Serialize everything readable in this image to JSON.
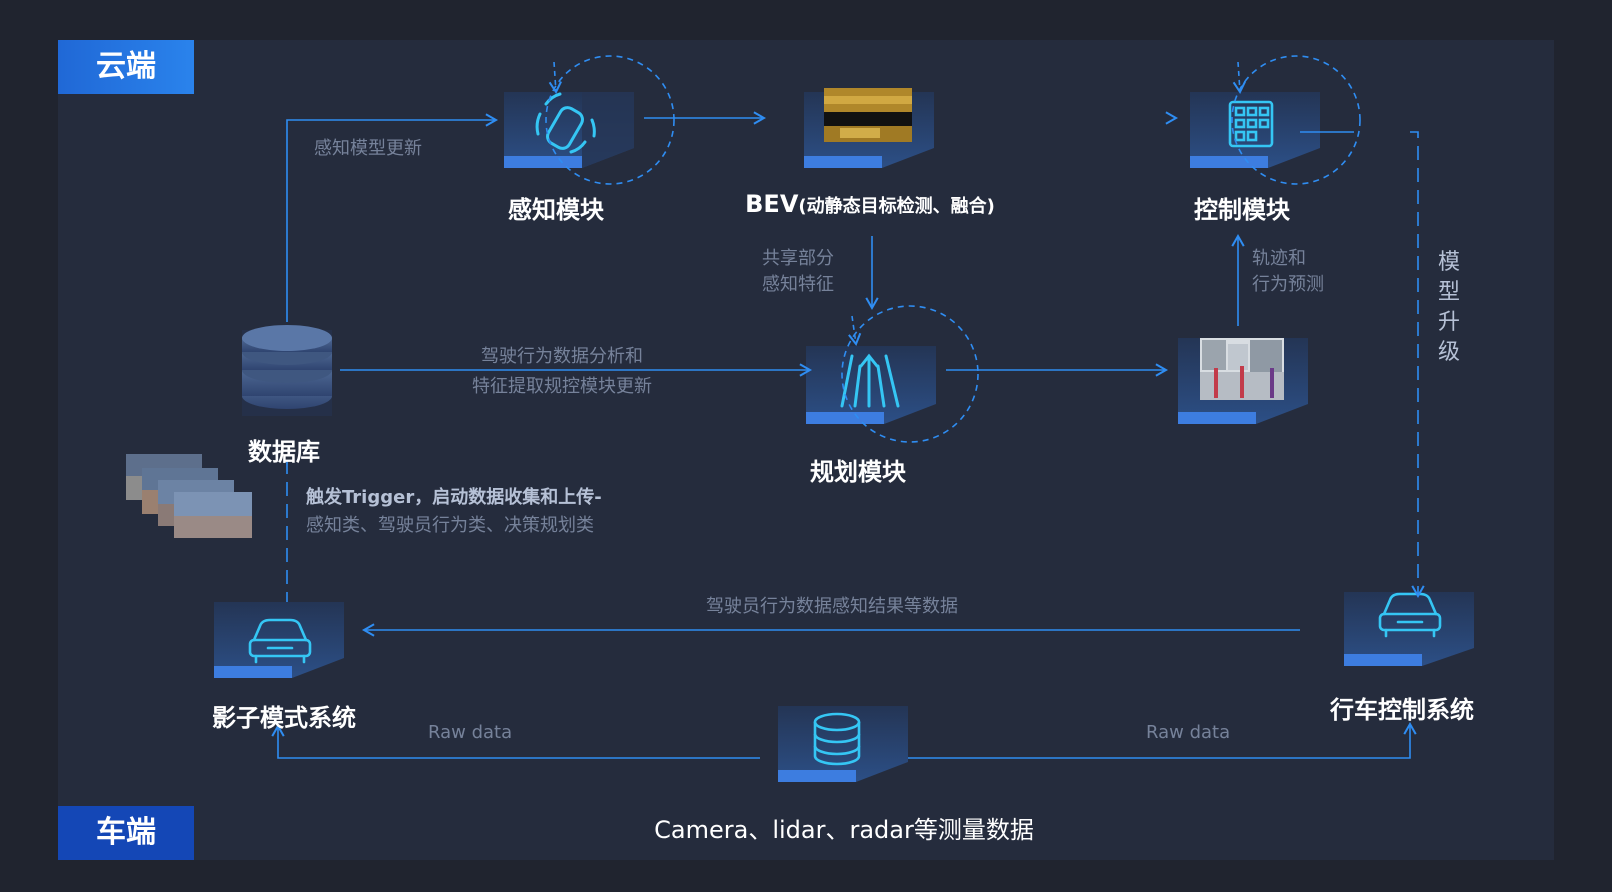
{
  "tags": {
    "cloud": "云端",
    "car": "车端"
  },
  "modules": {
    "perception": "感知模块",
    "bev_main": "BEV",
    "bev_sub": "(动静态目标检测、融合)",
    "control": "控制模块",
    "planning": "规划模块",
    "database": "数据库",
    "shadow": "影子模式系统",
    "driving_control": "行车控制系统",
    "sensors": "Camera、lidar、radar等测量数据"
  },
  "annotations": {
    "model_update": "感知模型更新",
    "shared_features": [
      "共享部分",
      "感知特征"
    ],
    "trajectory": [
      "轨迹和",
      "行为预测"
    ],
    "model_upgrade": [
      "模",
      "型",
      "升",
      "级"
    ],
    "driving_analysis": [
      "驾驶行为数据分析和",
      "特征提取规控模块更新"
    ],
    "trigger": [
      "触发Trigger，启动数据收集和上传-",
      "感知类、驾驶员行为类、决策规划类"
    ],
    "driver_data": "驾驶员行为数据感知结果等数据",
    "raw_left": "Raw data",
    "raw_right": "Raw data"
  },
  "colors": {
    "background": "#20242f",
    "panel": "#252c3d",
    "accent": "#2f8df2",
    "icon": "#35c6f4",
    "muted_text": "#76829a"
  },
  "icons": {
    "perception": "car-sensor-icon",
    "bev": "camera-frames-icon",
    "control": "control-grid-icon",
    "planning": "lane-road-icon",
    "trajectory_image": "street-scene-icon",
    "database": "database-icon",
    "shadow": "car-icon",
    "driving_control": "car-icon",
    "sensors": "database-icon"
  }
}
